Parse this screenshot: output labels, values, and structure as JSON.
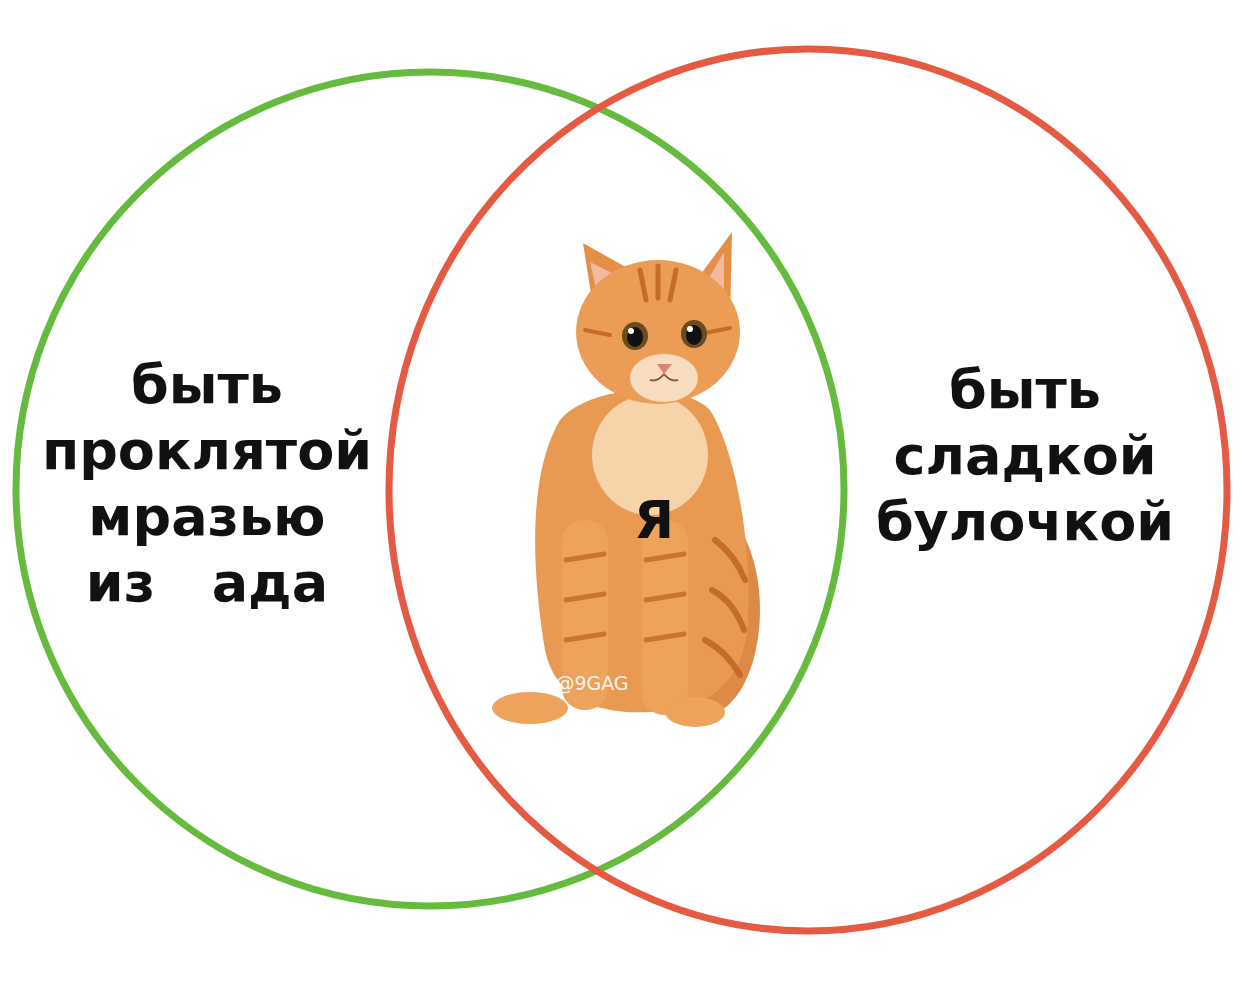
{
  "diagram": {
    "nodes": [
      {
        "text": [
          "быть проклятой мразью из ада"
        ]
      },
      {
        "text": [
          "быть сладкой булочкой"
        ]
      }
    ],
    "labels": [
      "Я",
      "@9GAG"
    ]
  }
}
